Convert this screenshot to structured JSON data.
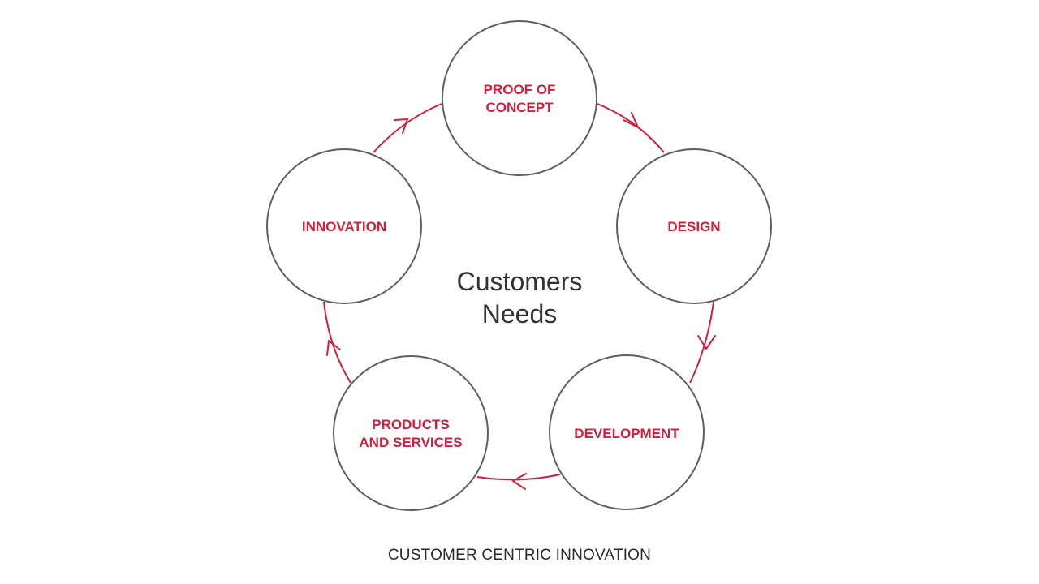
{
  "center": {
    "line1": "Customers",
    "line2": "Needs"
  },
  "nodes": [
    {
      "id": "proof-of-concept",
      "lines": [
        "PROOF OF",
        "CONCEPT"
      ]
    },
    {
      "id": "design",
      "lines": [
        "DESIGN"
      ]
    },
    {
      "id": "development",
      "lines": [
        "DEVELOPMENT"
      ]
    },
    {
      "id": "products-and-services",
      "lines": [
        "PRODUCTS",
        "AND SERVICES"
      ]
    },
    {
      "id": "innovation",
      "lines": [
        "INNOVATION"
      ]
    }
  ],
  "caption": "CUSTOMER CENTRIC INNOVATION",
  "colors": {
    "accent": "#d0203c",
    "circle_stroke": "#5f5f5f",
    "text_dark": "#333333"
  }
}
